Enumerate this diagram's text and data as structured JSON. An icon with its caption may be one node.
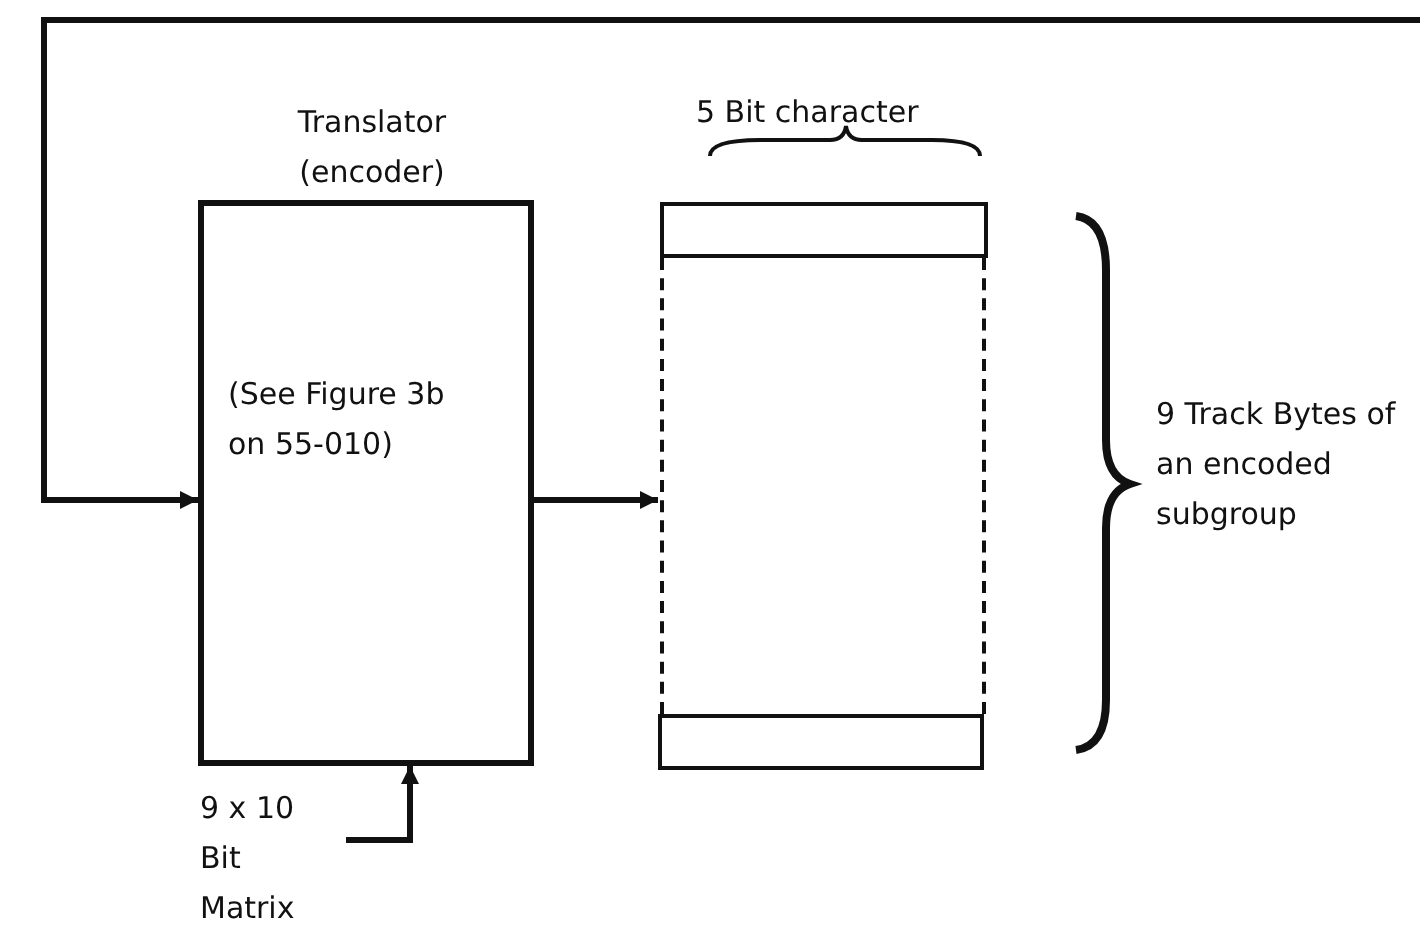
{
  "diagram": {
    "nodes": [
      {
        "text": [
          "Translator (encoder)",
          "(See Figure 3b on 55-010)"
        ]
      },
      {
        "text": [],
        "shape": "box"
      },
      {
        "text": [],
        "shape": "box"
      },
      {
        "text": [],
        "shape": "box"
      },
      {
        "text": [
          "9 x 10 Bit Matrix"
        ]
      }
    ],
    "edges": [
      {
        "from": null,
        "to": 0,
        "arrow": "to"
      },
      {
        "from": 0,
        "to": 2,
        "arrow": "to"
      },
      {
        "from": 4,
        "to": 0,
        "arrow": "to"
      }
    ],
    "labels": [
      "5 Bit character",
      "9 Track Bytes of an encoded subgroup"
    ]
  }
}
